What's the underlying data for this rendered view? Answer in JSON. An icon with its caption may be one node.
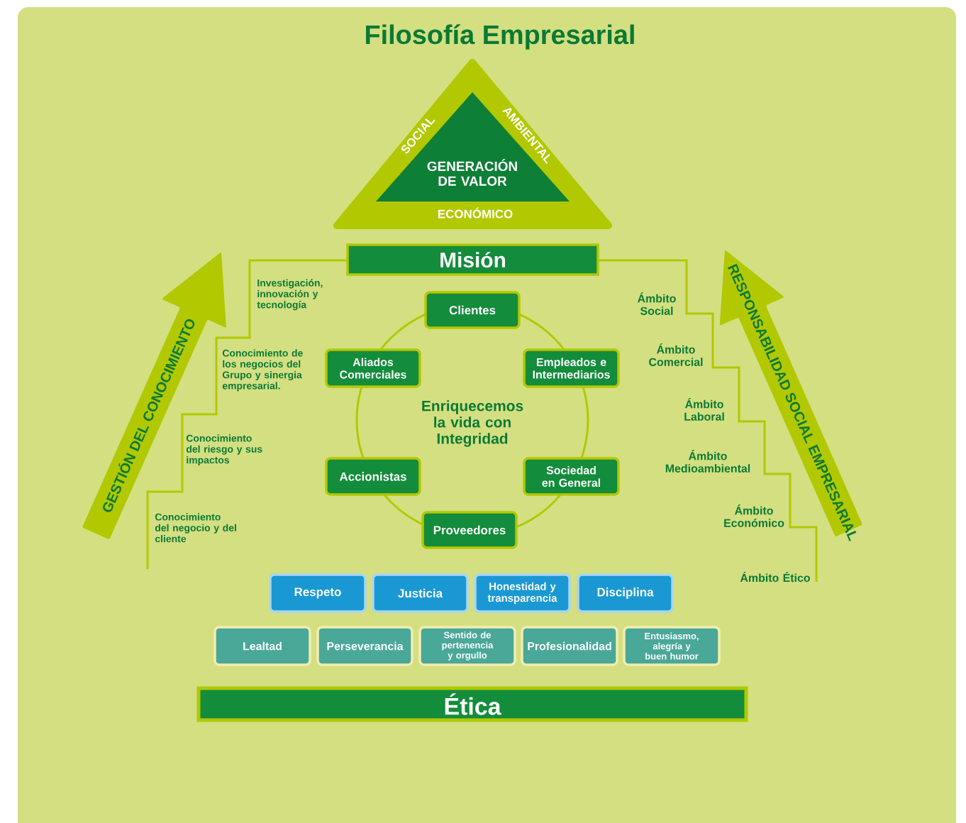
{
  "diagram": {
    "title": "Filosofía Empresarial",
    "nodes": [
      {
        "text": [
          "SOCIAL",
          "AMBIENTAL",
          "ECONÓMICO"
        ]
      },
      {
        "text": [
          "GENERACIÓN DE VALOR"
        ],
        "in": 0
      },
      {
        "text": [
          "Misión"
        ]
      },
      {
        "text": [
          "Enriquecemos la vida con Integridad"
        ]
      },
      {
        "text": [
          "Clientes"
        ]
      },
      {
        "text": [
          "Aliados Comerciales"
        ]
      },
      {
        "text": [
          "Empleados e Intermediarios"
        ]
      },
      {
        "text": [
          "Accionistas"
        ]
      },
      {
        "text": [
          "Sociedad en General"
        ]
      },
      {
        "text": [
          "Proveedores"
        ]
      },
      {
        "text": [
          "Respeto"
        ]
      },
      {
        "text": [
          "Justicia"
        ]
      },
      {
        "text": [
          "Honestidad y transparencia"
        ]
      },
      {
        "text": [
          "Disciplina"
        ]
      },
      {
        "text": [
          "Lealtad"
        ]
      },
      {
        "text": [
          "Perseverancia"
        ]
      },
      {
        "text": [
          "Sentido de pertenencia y orgullo"
        ]
      },
      {
        "text": [
          "Profesionalidad"
        ]
      },
      {
        "text": [
          "Entusiasmo, alegría y buen humor"
        ]
      },
      {
        "text": [
          "Ética"
        ]
      },
      {
        "text": [
          "GESTIÓN DEL CONOCIMIENTO"
        ]
      },
      {
        "text": [
          "RESPONSABILIDAD SOCIAL EMPRESARIAL"
        ]
      }
    ],
    "labels": [
      "Investigación, innovación y tecnología",
      "Ámbito Social",
      "Ámbito Comercial",
      "Conocimiento de los negocios del Grupo y sinergia empresarial.",
      "Ámbito Laboral",
      "Conocimiento del riesgo y sus impactos",
      "Ámbito Medioambiental",
      "Ámbito Económico",
      "Conocimiento del negocio y del cliente",
      "Ámbito Ético"
    ]
  }
}
